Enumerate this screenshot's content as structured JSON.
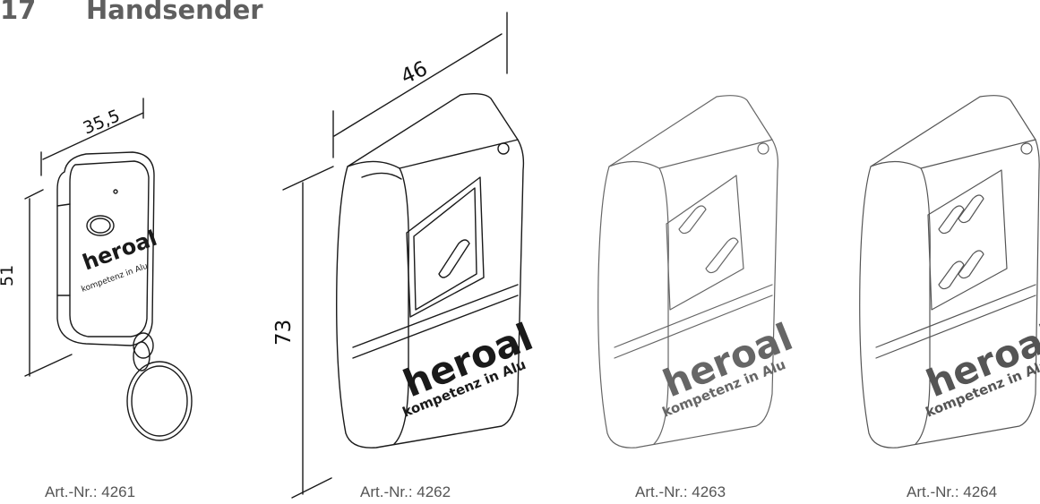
{
  "section": {
    "number": "17",
    "title": "Handsender"
  },
  "dimensions": {
    "d4261_width": "35,5",
    "d4261_height": "51",
    "d4262_width": "46",
    "d4262_height": "73"
  },
  "brand": {
    "name": "heroal",
    "tagline": "kompetenz in Alu"
  },
  "products": [
    {
      "caption": "Art.-Nr.: 4261",
      "buttons": 1
    },
    {
      "caption": "Art.-Nr.: 4262",
      "buttons": 1
    },
    {
      "caption": "Art.-Nr.: 4263",
      "buttons": 2
    },
    {
      "caption": "Art.-Nr.: 4264",
      "buttons": 4
    }
  ]
}
